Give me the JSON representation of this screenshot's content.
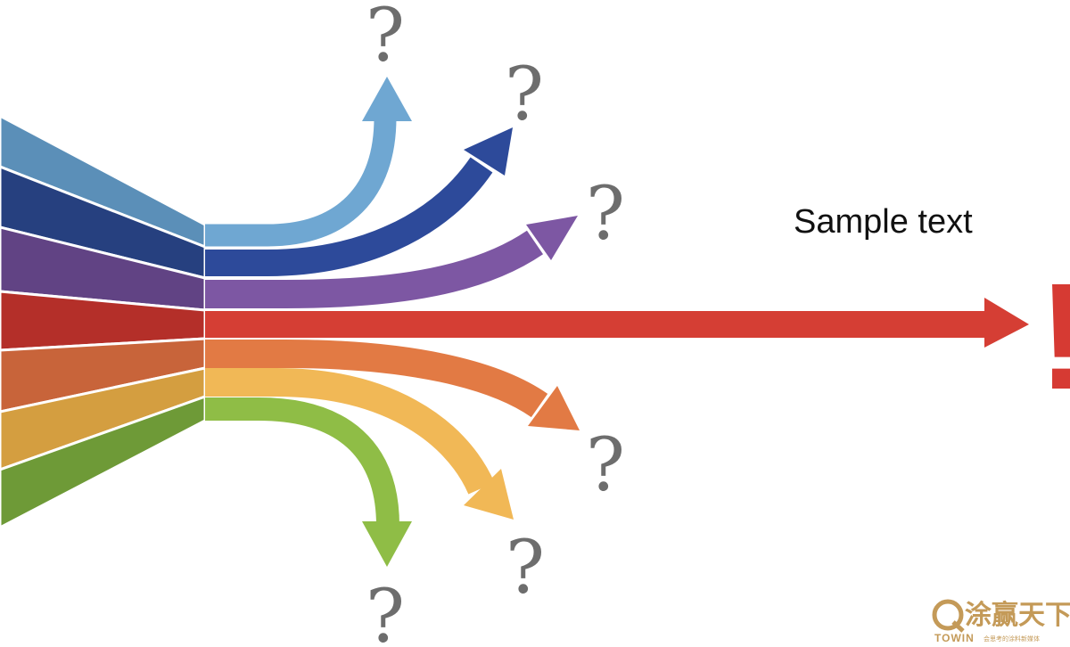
{
  "diagram": {
    "label_text": "Sample text",
    "question_mark": "?",
    "exclamation_mark": "!",
    "arrows": [
      {
        "name": "light-blue",
        "color": "#6fa7d2",
        "fan_color": "#5b8fb8",
        "ends_in": "question-mark"
      },
      {
        "name": "dark-blue",
        "color": "#2d4a9a",
        "fan_color": "#26407f",
        "ends_in": "question-mark"
      },
      {
        "name": "purple",
        "color": "#7d57a3",
        "fan_color": "#614384",
        "ends_in": "question-mark"
      },
      {
        "name": "red",
        "color": "#d53e34",
        "fan_color": "#b42f29",
        "ends_in": "exclamation-mark"
      },
      {
        "name": "orange",
        "color": "#e27a44",
        "fan_color": "#c8643a",
        "ends_in": "question-mark"
      },
      {
        "name": "yellow",
        "color": "#f1b856",
        "fan_color": "#d49e40",
        "ends_in": "question-mark"
      },
      {
        "name": "green",
        "color": "#8fbd46",
        "fan_color": "#6e9a37",
        "ends_in": "question-mark"
      }
    ]
  },
  "watermark": {
    "brand_cn": "涂赢天下",
    "brand_en": "TOWIN",
    "tagline": "会思考的涂料新媒体",
    "color": "#c49a58"
  }
}
